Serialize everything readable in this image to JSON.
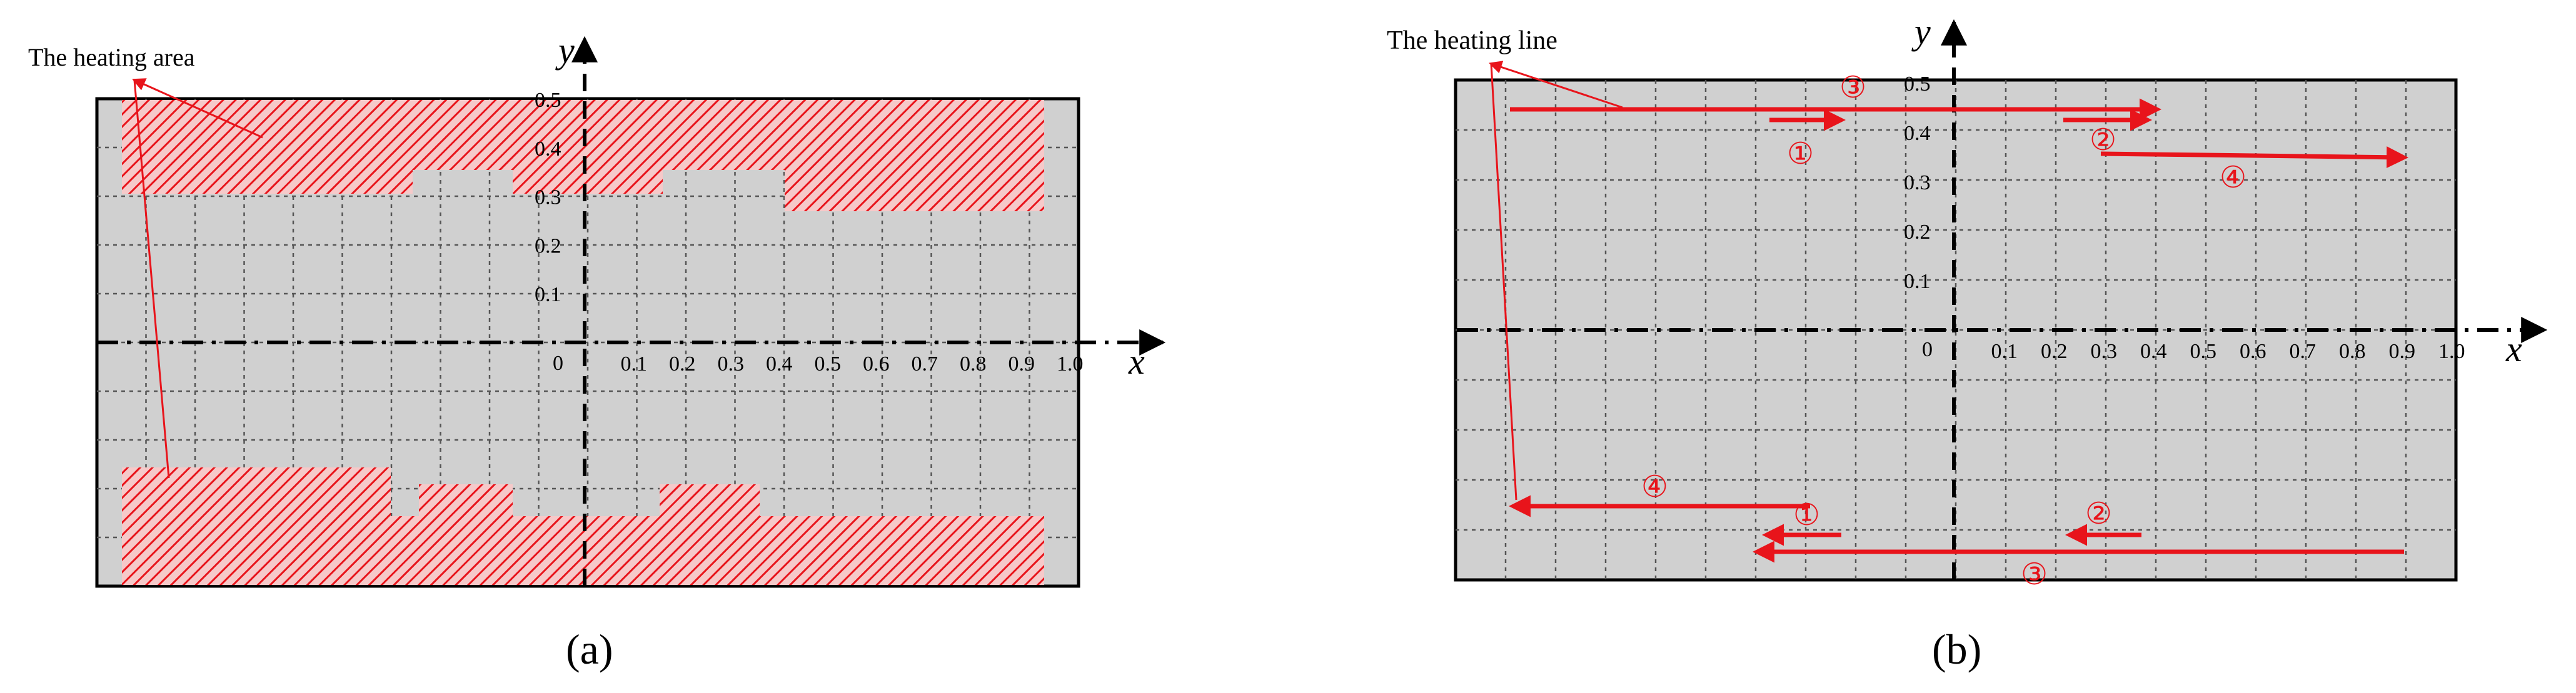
{
  "panel_a": {
    "annotation": "The heating area",
    "caption": "(a)",
    "x_axis_label": "x",
    "y_axis_label": "y",
    "origin_label": "0",
    "x_ticks": [
      "0.1",
      "0.2",
      "0.3",
      "0.4",
      "0.5",
      "0.6",
      "0.7",
      "0.8",
      "0.9",
      "1.0"
    ],
    "y_ticks": [
      "0.1",
      "0.2",
      "0.3",
      "0.4",
      "0.5"
    ]
  },
  "panel_b": {
    "annotation": "The heating line",
    "caption": "(b)",
    "x_axis_label": "x",
    "y_axis_label": "y",
    "origin_label": "0",
    "x_ticks": [
      "0.1",
      "0.2",
      "0.3",
      "0.4",
      "0.5",
      "0.6",
      "0.7",
      "0.8",
      "0.9",
      "1.0"
    ],
    "y_ticks": [
      "0.1",
      "0.2",
      "0.3",
      "0.4",
      "0.5"
    ],
    "markers": [
      "①",
      "②",
      "③",
      "④",
      "①",
      "②",
      "③",
      "④"
    ]
  },
  "colors": {
    "plate_fill": "#d0d0d0",
    "heating_red": "#e8141b",
    "grid": "#555555",
    "axis": "#000000"
  }
}
